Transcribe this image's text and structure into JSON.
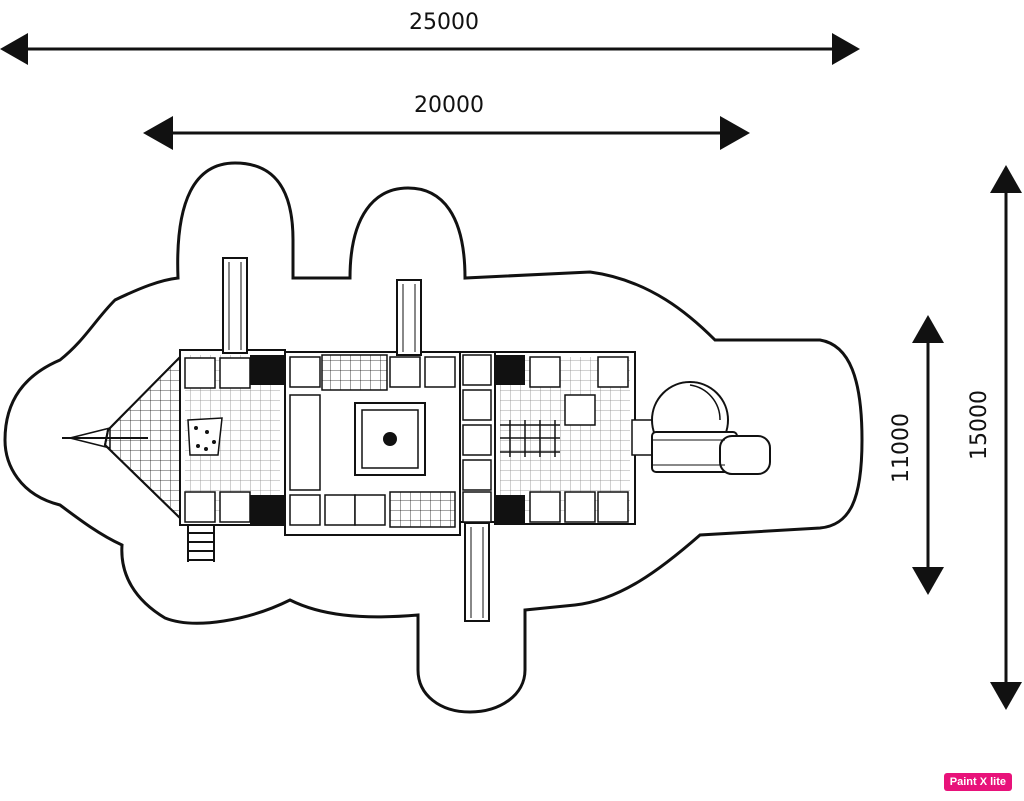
{
  "dimensions": {
    "overall_width": "25000",
    "structure_width": "20000",
    "structure_depth": "11000",
    "overall_depth": "15000"
  },
  "watermark": "Paint X lite",
  "colors": {
    "line": "#111111",
    "background": "#ffffff",
    "watermark_bg": "#e8127a"
  }
}
